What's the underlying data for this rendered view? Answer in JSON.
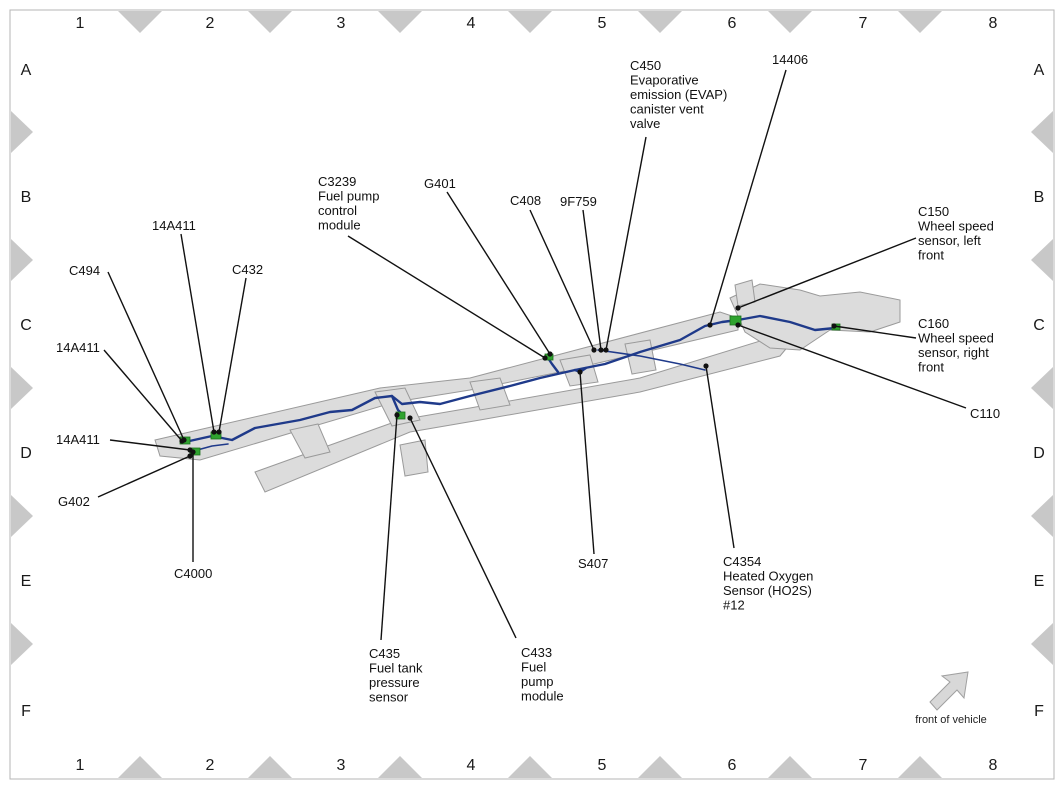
{
  "columns": [
    "1",
    "2",
    "3",
    "4",
    "5",
    "6",
    "7",
    "8"
  ],
  "rows": [
    "A",
    "B",
    "C",
    "D",
    "E",
    "F"
  ],
  "callouts": [
    {
      "id": "c494",
      "lines": [
        "C494"
      ]
    },
    {
      "id": "14a411-top",
      "lines": [
        "14A411"
      ]
    },
    {
      "id": "c432",
      "lines": [
        "C432"
      ]
    },
    {
      "id": "14a411-mid",
      "lines": [
        "14A411"
      ]
    },
    {
      "id": "14a411-low",
      "lines": [
        "14A411"
      ]
    },
    {
      "id": "g402",
      "lines": [
        "G402"
      ]
    },
    {
      "id": "c4000",
      "lines": [
        "C4000"
      ]
    },
    {
      "id": "c3239",
      "lines": [
        "C3239",
        "Fuel pump",
        "control",
        "module"
      ]
    },
    {
      "id": "g401",
      "lines": [
        "G401"
      ]
    },
    {
      "id": "c408",
      "lines": [
        "C408"
      ]
    },
    {
      "id": "9f759",
      "lines": [
        "9F759"
      ]
    },
    {
      "id": "c450",
      "lines": [
        "C450",
        "Evaporative",
        "emission (EVAP)",
        "canister vent",
        "valve"
      ]
    },
    {
      "id": "14406",
      "lines": [
        "14406"
      ]
    },
    {
      "id": "c150",
      "lines": [
        "C150",
        "Wheel speed",
        "sensor, left",
        "front"
      ]
    },
    {
      "id": "c160",
      "lines": [
        "C160",
        "Wheel speed",
        "sensor, right",
        "front"
      ]
    },
    {
      "id": "c110",
      "lines": [
        "C110"
      ]
    },
    {
      "id": "s407",
      "lines": [
        "S407"
      ]
    },
    {
      "id": "c4354",
      "lines": [
        "C4354",
        "Heated Oxygen",
        "Sensor (HO2S)",
        "#12"
      ]
    },
    {
      "id": "c435",
      "lines": [
        "C435",
        "Fuel tank",
        "pressure",
        "sensor"
      ]
    },
    {
      "id": "c433",
      "lines": [
        "C433",
        "Fuel",
        "pump",
        "module"
      ]
    }
  ],
  "front_indicator": {
    "label": "front of vehicle",
    "icon": "arrow-up-right-icon"
  },
  "colors": {
    "harness": "#1f3a8a",
    "connector": "#2fa32f",
    "frame": "#d9d9d9",
    "frame_edge": "#9a9a9a",
    "border_triangle": "#c8c8c8"
  }
}
